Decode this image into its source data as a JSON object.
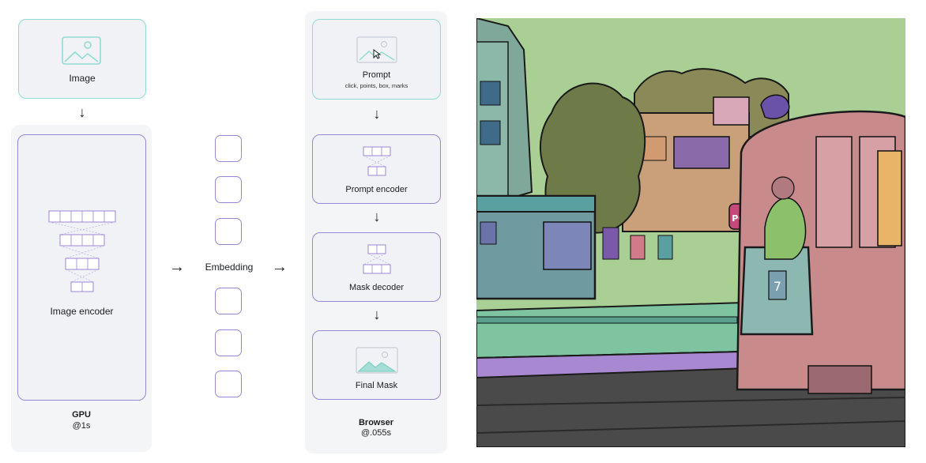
{
  "diagram": {
    "image_node": {
      "label": "Image"
    },
    "image_encoder": {
      "label": "Image encoder"
    },
    "gpu": {
      "title": "GPU",
      "timing": "@1s"
    },
    "embedding": {
      "label": "Embedding"
    },
    "prompt_node": {
      "label": "Prompt",
      "sublabel": "click, points, box, marks"
    },
    "prompt_encoder": {
      "label": "Prompt encoder"
    },
    "mask_decoder": {
      "label": "Mask decoder"
    },
    "final_mask": {
      "label": "Final Mask"
    },
    "browser": {
      "title": "Browser",
      "timing": "@.055s"
    },
    "arrows": {
      "down": "↓",
      "right": "→"
    },
    "colors": {
      "teal_border": "#8fdcd2",
      "purple_border": "#9a86d6",
      "panel_bg": "#f4f5f7",
      "card_bg": "#f1f2f5",
      "mask_fill": "#a5ded6"
    }
  },
  "segmented_image": {
    "icon": "tram-street-scene-segmentation-image",
    "poster_text": "POP",
    "tram_number": "7"
  }
}
